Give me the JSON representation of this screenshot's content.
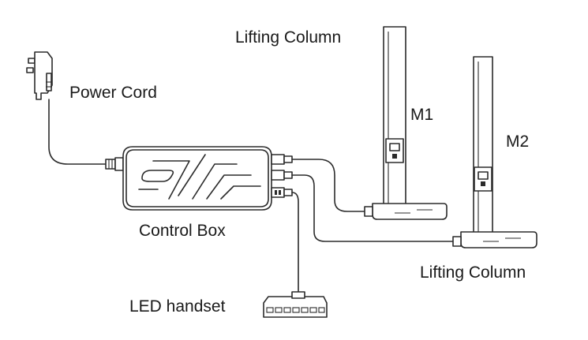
{
  "labels": {
    "lifting_column_top": "Lifting Column",
    "power_cord": "Power Cord",
    "m1": "M1",
    "m2": "M2",
    "control_box": "Control Box",
    "lifting_column_bottom": "Lifting Column",
    "led_handset": "LED handset"
  },
  "colors": {
    "line": "#2b2b2b",
    "background": "#ffffff"
  }
}
